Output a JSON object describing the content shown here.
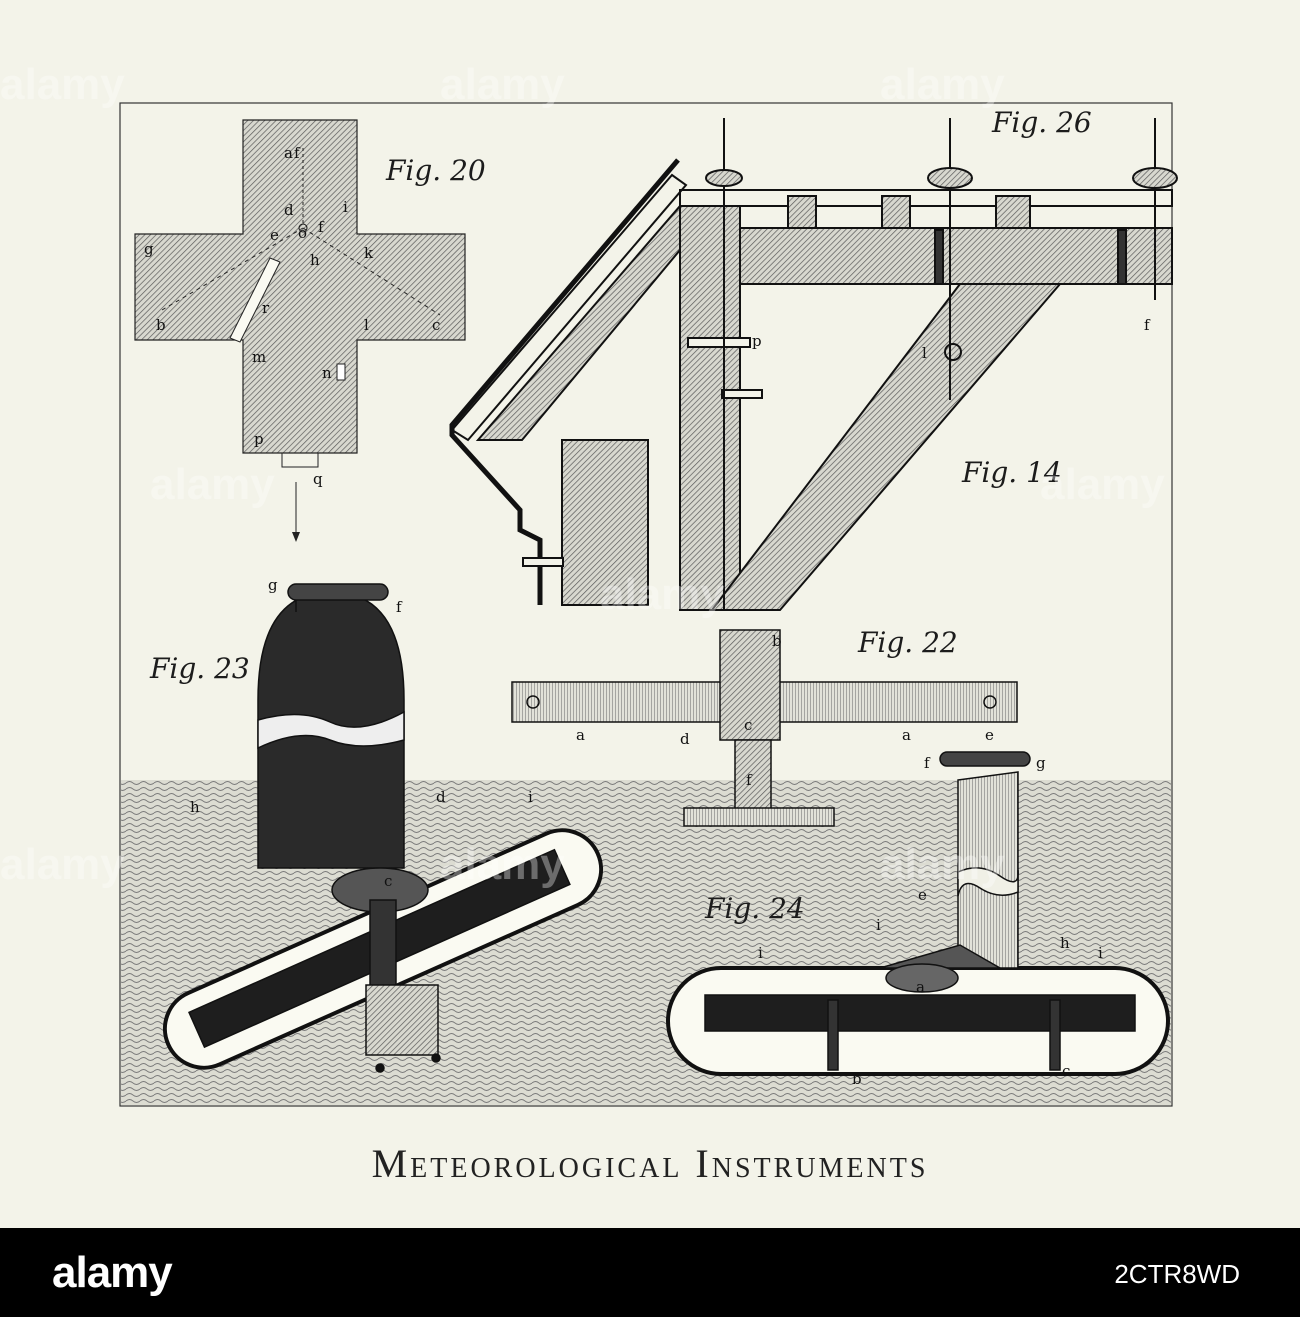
{
  "caption": "Meteorological Instruments",
  "figures": {
    "fig20": "Fig. 20",
    "fig26": "Fig. 26",
    "fig14": "Fig. 14",
    "fig23": "Fig. 23",
    "fig22": "Fig. 22",
    "fig24": "Fig. 24"
  },
  "letters": {
    "fig20": [
      "a",
      "f",
      "d",
      "e",
      "o",
      "f",
      "h",
      "i",
      "k",
      "g",
      "b",
      "r",
      "c",
      "l",
      "m",
      "n",
      "p",
      "q"
    ],
    "fig26": [
      "p",
      "l",
      "f"
    ],
    "fig22": [
      "b",
      "a",
      "d",
      "c",
      "a",
      "e",
      "f"
    ],
    "fig23": [
      "g",
      "f",
      "h",
      "d",
      "i",
      "c"
    ],
    "fig24": [
      "f",
      "g",
      "e",
      "i",
      "h",
      "i",
      "i",
      "a",
      "b",
      "c"
    ]
  },
  "footer": {
    "logo": "alamy",
    "image_id": "2CTR8WD"
  },
  "colors": {
    "paper": "#f3f3e9",
    "ink": "#1c1c1c",
    "hatch": "#777",
    "footer_band": "#000000"
  }
}
